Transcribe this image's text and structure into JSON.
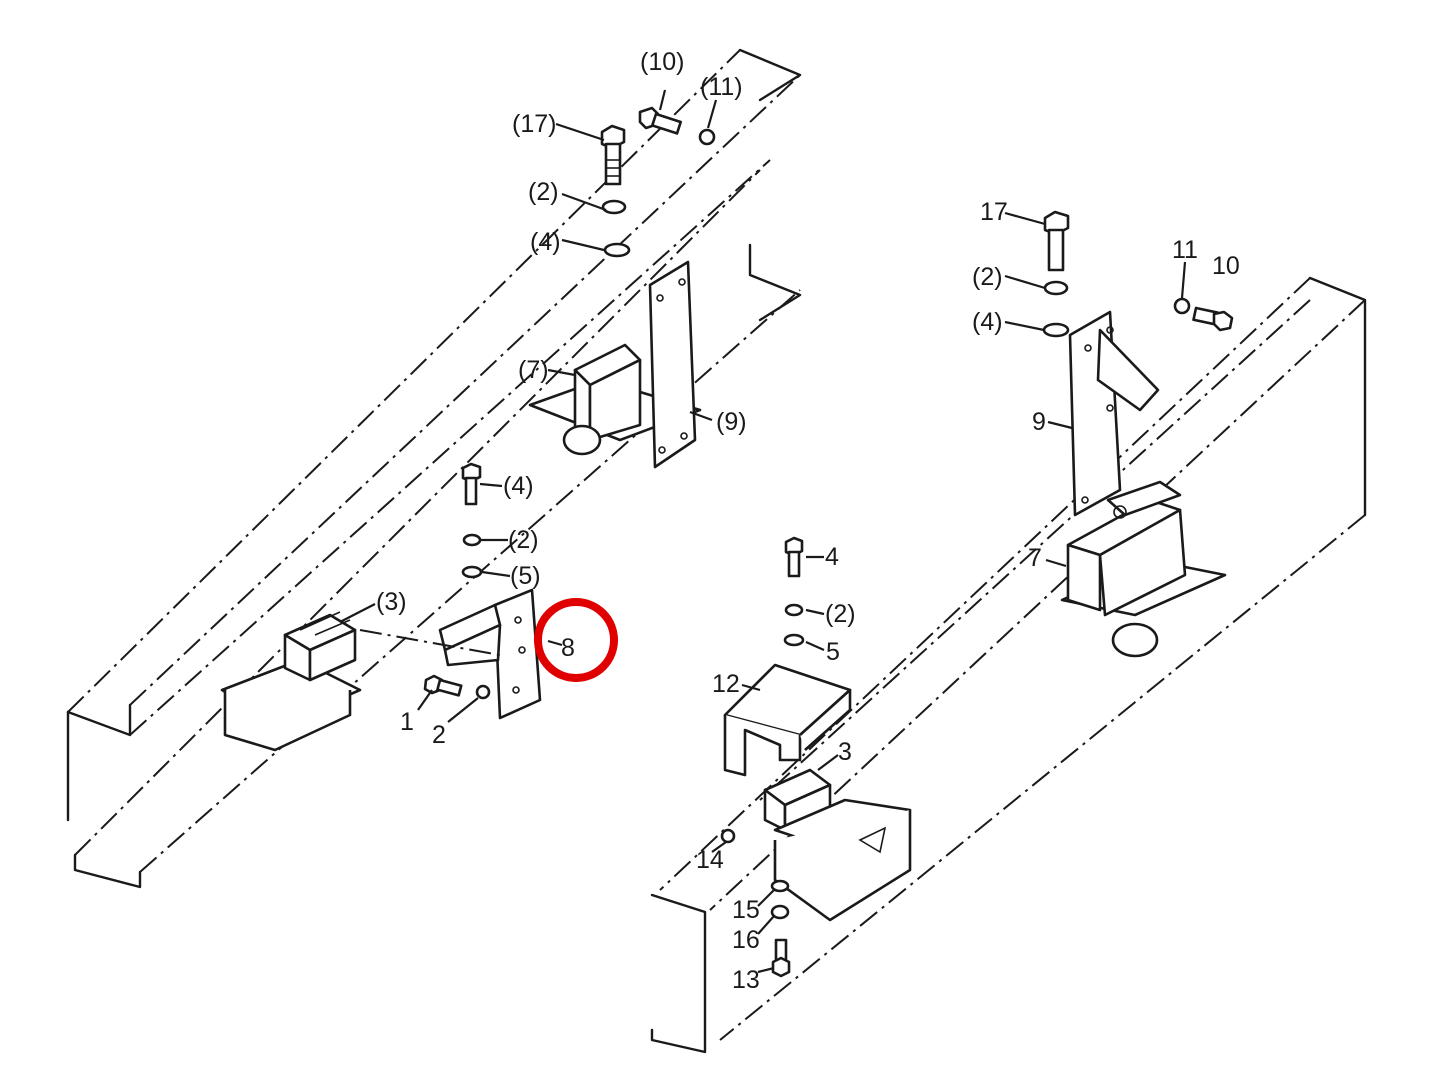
{
  "diagram": {
    "labels": {
      "top_left": {
        "p10": "(10)",
        "p11": "(11)",
        "p17": "(17)",
        "p2": "(2)",
        "p4": "(4)",
        "p7": "(7)",
        "p9": "(9)"
      },
      "mid_left": {
        "p4": "(4)",
        "p2": "(2)",
        "p5": "(5)",
        "p3": "(3)",
        "p8": "8",
        "p1": "1",
        "p2b": "2"
      },
      "right": {
        "p17": "17",
        "p2": "(2)",
        "p4": "(4)",
        "p11": "11",
        "p10": "10",
        "p9": "9",
        "p7": "7"
      },
      "bottom_center": {
        "p4": "4",
        "p2": "(2)",
        "p5": "5",
        "p12": "12",
        "p3": "3",
        "p14": "14",
        "p15": "15",
        "p16": "16",
        "p13": "13"
      }
    },
    "highlighted_part": "8",
    "highlight_color": "#e00000"
  }
}
